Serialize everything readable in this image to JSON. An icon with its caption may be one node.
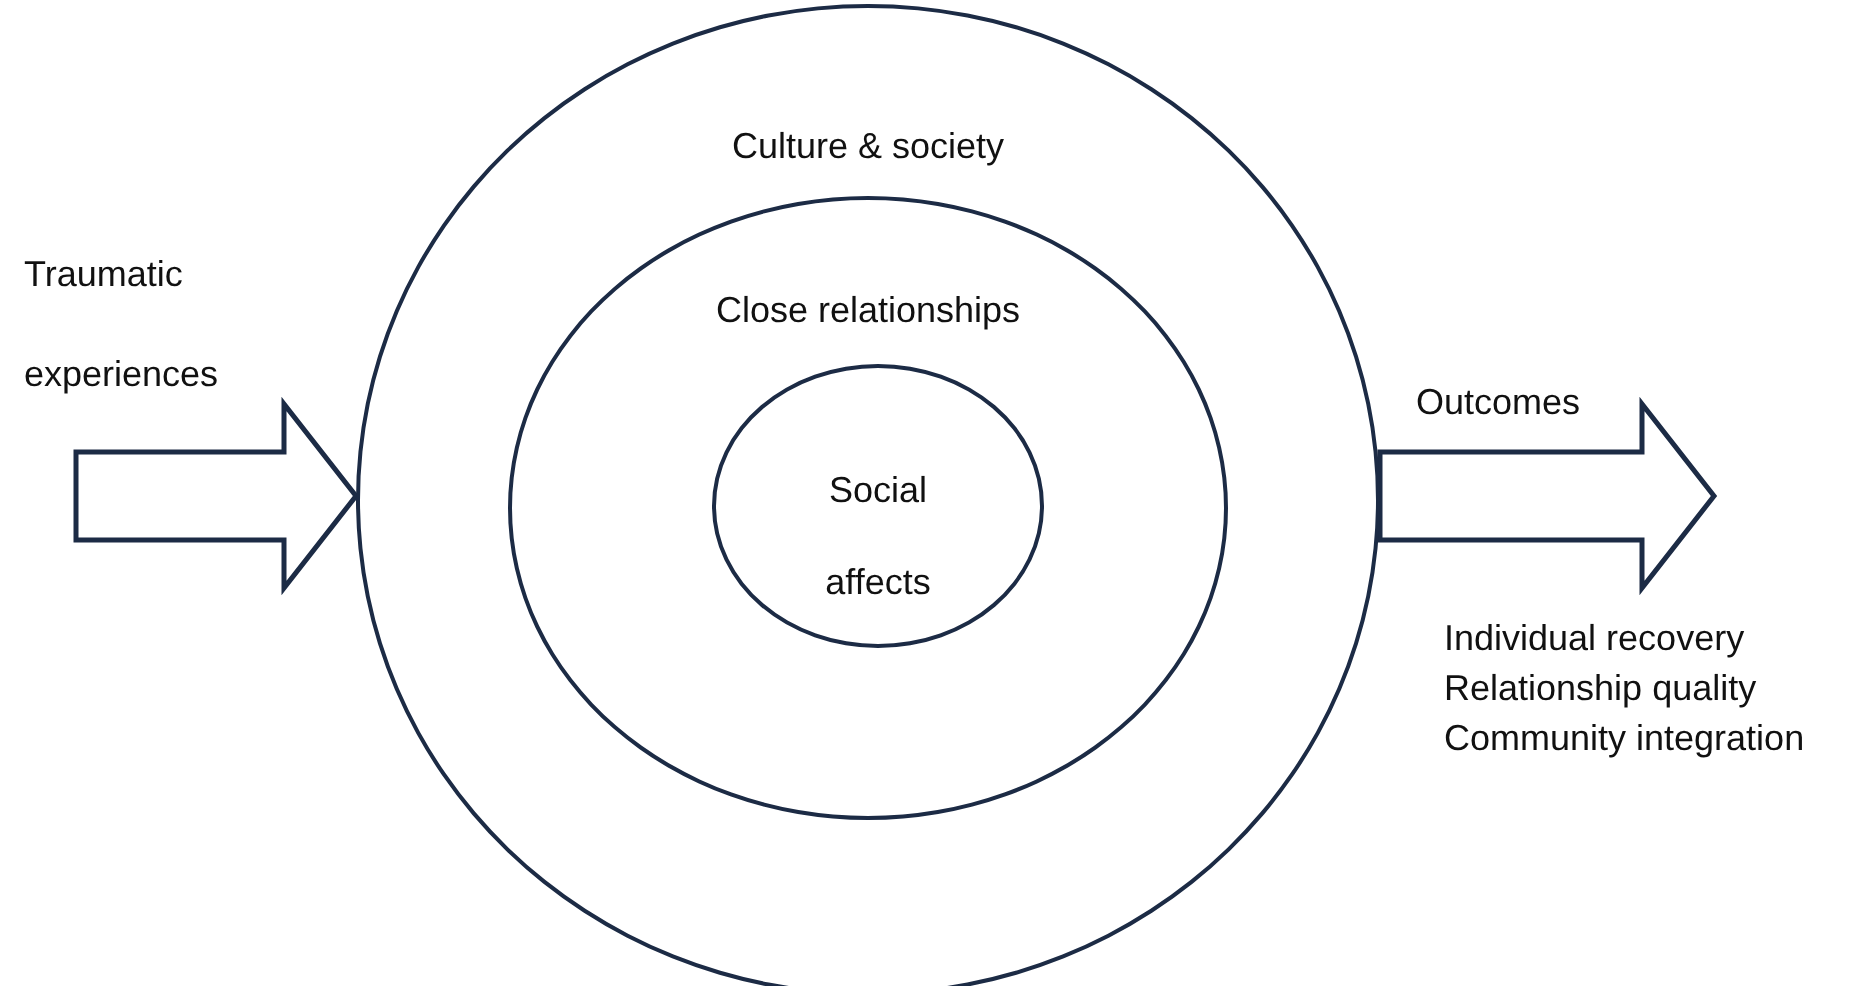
{
  "diagram": {
    "nodes": [
      {
        "text": [
          "Traumatic experiences"
        ]
      },
      {
        "text": [
          "Culture & society"
        ]
      },
      {
        "text": [
          "Close relationships"
        ],
        "in": 1
      },
      {
        "text": [
          "Social affects"
        ],
        "in": 2
      },
      {
        "text": [
          "Outcomes"
        ]
      }
    ],
    "edges": [
      {
        "from": 0,
        "to": 1,
        "arrow": "to"
      },
      {
        "from": 1,
        "to": 4,
        "arrow": "to"
      }
    ],
    "labels": [
      "Individual recovery",
      "Relationship quality",
      "Community integration"
    ]
  }
}
